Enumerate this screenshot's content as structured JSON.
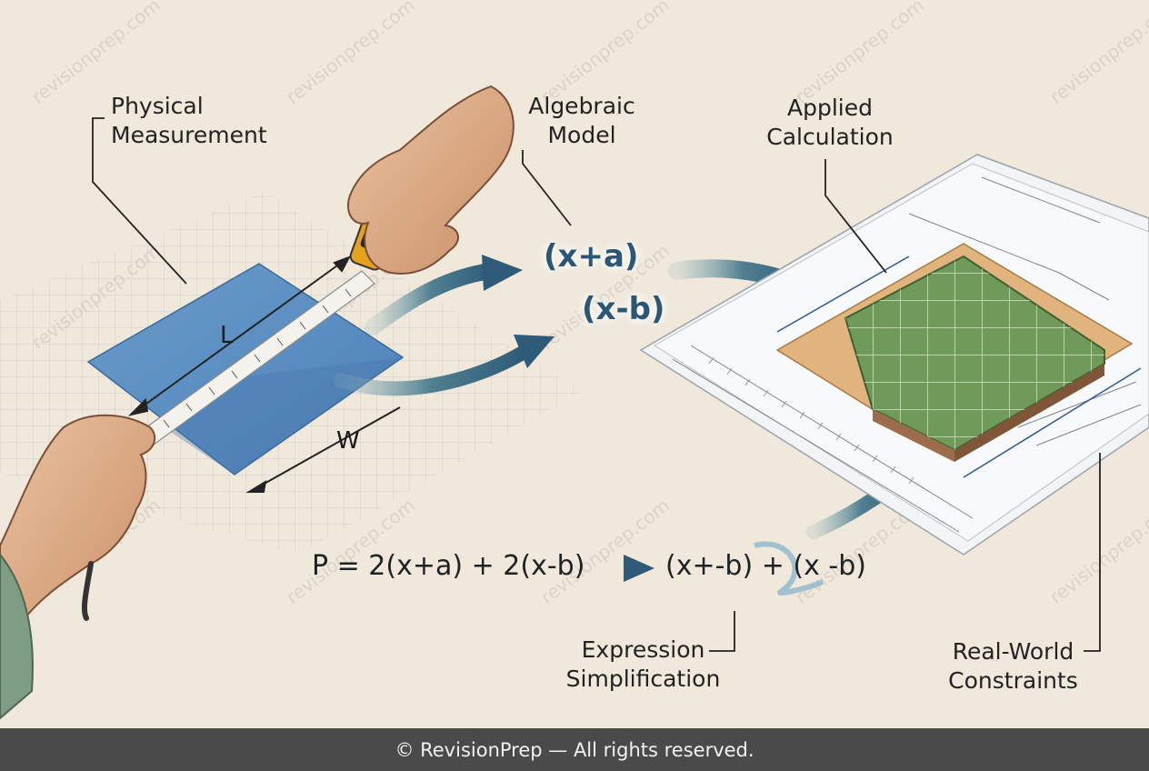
{
  "labels": {
    "physical": [
      "Physical",
      "Measurement"
    ],
    "algebraic": [
      "Algebraic",
      "Model"
    ],
    "applied": [
      "Applied",
      "Calculation"
    ],
    "simplification": [
      "Expression",
      "Simplification"
    ],
    "constraints": [
      "Real-World",
      "Constraints"
    ]
  },
  "dimensions": {
    "length": "L",
    "width": "W"
  },
  "algebra": {
    "factor1": "(x+a)",
    "factor2": "(x-b)"
  },
  "formula": {
    "perimeter": "P = 2(x+a) + 2(x-b)",
    "simplified": "(x+-b) + (x -b)"
  },
  "watermark": "revisionprep.com",
  "footer": "© RevisionPrep — All rights reserved.",
  "colors": {
    "background": "#efe8db",
    "arrow": "#3d6c80",
    "sheet": "#5b8fc4",
    "board": "#6f9a5a",
    "footer": "#4a4a4a"
  }
}
